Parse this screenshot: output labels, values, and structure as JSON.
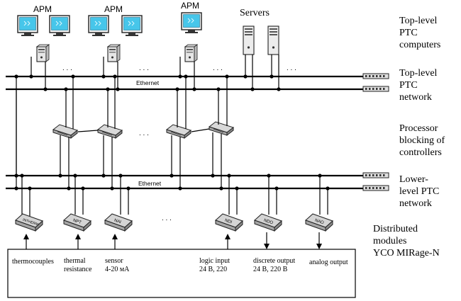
{
  "top_labels": {
    "apm_1": "APM",
    "apm_2": "APM",
    "apm_3": "APM",
    "servers": "Servers"
  },
  "networks": {
    "top_bus_label": "Ethernet",
    "bottom_bus_label": "Ethernet"
  },
  "ellipsis": ". . .",
  "right_labels": {
    "top_computers": [
      "Top-level",
      "PTC",
      "computers"
    ],
    "top_network": [
      "Top-level",
      "PTC",
      "network"
    ],
    "processor_block": [
      "Processor",
      "blocking of",
      "controllers"
    ],
    "lower_network": [
      "Lower-",
      "level PTC",
      "network"
    ],
    "modules": [
      "Distributed",
      "modules",
      "YCO MIRage-N"
    ]
  },
  "modules": [
    {
      "tag": "INTHERM"
    },
    {
      "tag": "NPT"
    },
    {
      "tag": "NAI"
    },
    {
      "tag": "NDI"
    },
    {
      "tag": "NDO"
    },
    {
      "tag": "NAO"
    }
  ],
  "field_labels": {
    "thermocouples": [
      "thermocouples"
    ],
    "thermal": [
      "thermal",
      "resistance"
    ],
    "sensor": [
      "sensor",
      "4-20 мА"
    ],
    "logic": [
      "logic input",
      "24 В, 220"
    ],
    "discrete": [
      "discrete output",
      "24 В, 220 В"
    ],
    "analog": [
      "analog output"
    ]
  },
  "colors": {
    "monitor_screen": "#47c6ea",
    "monitor_frame": "#222222"
  }
}
